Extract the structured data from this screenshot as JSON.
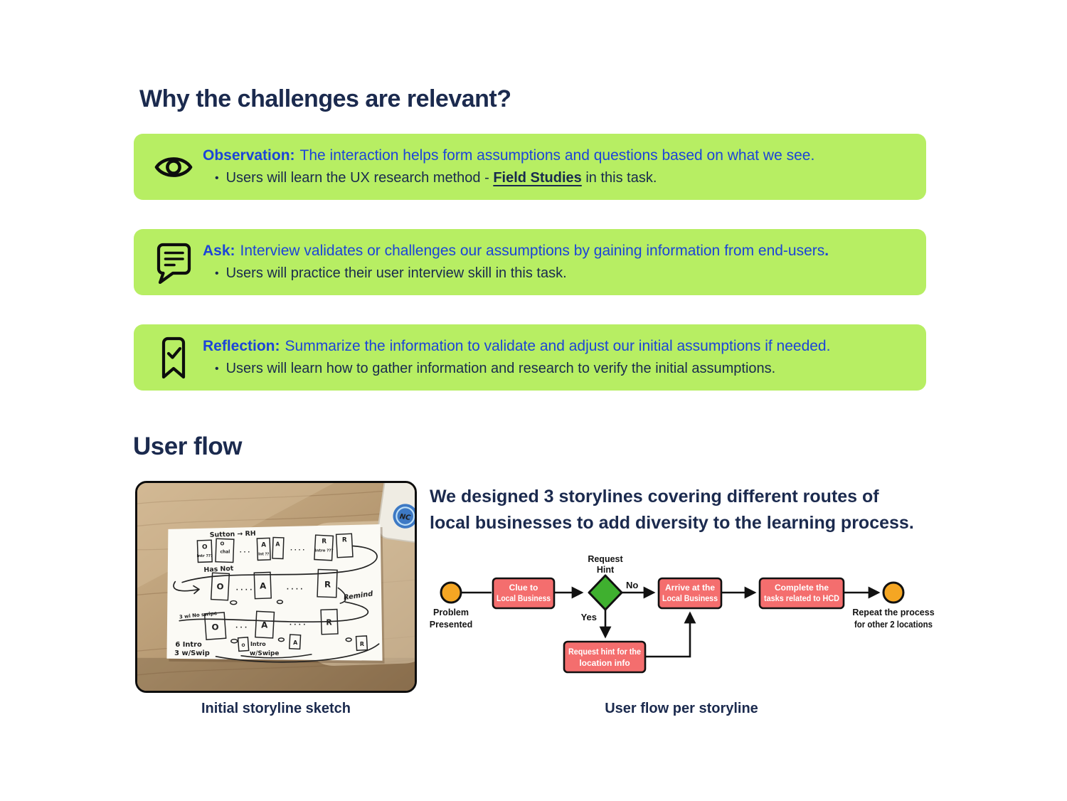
{
  "colors": {
    "callout_bg": "#b7ee63",
    "accent_blue": "#1c44d8",
    "navy_text": "#1b2a4e",
    "flow_box_red": "#f46e6e",
    "flow_circle_orange": "#f5a623",
    "flow_diamond_green": "#3fb02f",
    "flow_outline": "#111111"
  },
  "page": {
    "title": "Why the challenges are relevant?",
    "section2_title": "User flow"
  },
  "callouts": [
    {
      "icon": "eye-icon",
      "label": "Observation:",
      "lead": "The interaction helps form assumptions and questions based on what we see.",
      "bullet_char": "•",
      "bullet_prefix": "Users will learn the UX research method - ",
      "bullet_bold": "Field Studies",
      "bullet_suffix": " in this task."
    },
    {
      "icon": "chat-icon",
      "label": "Ask:",
      "lead": "Interview validates or challenges our assumptions by gaining information from end-users",
      "lead_bold": ".",
      "bullet_char": "•",
      "bullet_prefix": "Users will practice their user interview skill in this task."
    },
    {
      "icon": "bookmark-check-icon",
      "label": "Reflection:",
      "lead": "Summarize the information to validate and adjust our initial assumptions if needed.",
      "bullet_char": "•",
      "bullet_prefix": "Users will learn how to gather information and research to verify the initial assumptions."
    }
  ],
  "userflow": {
    "intro_line1": "We designed 3 storylines covering different routes of",
    "intro_line2": "local businesses to add diversity to the learning process.",
    "sketch_caption": "Initial storyline sketch",
    "flow_caption": "User flow per storyline"
  },
  "flow": {
    "start": {
      "l1": "Problem",
      "l2": "Presented"
    },
    "box1": {
      "l1": "Clue to",
      "l2": "Local Business"
    },
    "decision": {
      "l1": "Request",
      "l2": "Hint"
    },
    "no_label": "No",
    "yes_label": "Yes",
    "box2": {
      "l1": "Arrive at the",
      "l2": "Local Business"
    },
    "box3": {
      "l1": "Complete the",
      "l2": "tasks related to HCD"
    },
    "box4": {
      "l1": "Request hint for the",
      "l2": "location info"
    },
    "end": {
      "l1": "Repeat the process",
      "l2": "for other 2 locations"
    }
  },
  "sketch": {
    "row1": {
      "header": "Sutton → RH",
      "cards": [
        "O",
        "O",
        "A",
        "A",
        "R",
        "R"
      ],
      "sub1": "Intr ???",
      "sub2": "chal",
      "sub3": "Int ??",
      "sub5": "Intro ???"
    },
    "row2": {
      "header": "Has Not",
      "cards": [
        "O",
        "A",
        "R"
      ],
      "note": "Remind"
    },
    "row3": {
      "header": "3 wi No swipe",
      "cards": [
        "O",
        "A",
        "R"
      ]
    },
    "bottom": {
      "left1": "6 Intro",
      "left2": "3 w/Swip",
      "mid_card": "O",
      "mid1": "Intro",
      "mid2": "w/Swipe",
      "card_a": "A",
      "card_r": "R"
    },
    "dots3": ". . .",
    "dots4": ". . . ."
  }
}
